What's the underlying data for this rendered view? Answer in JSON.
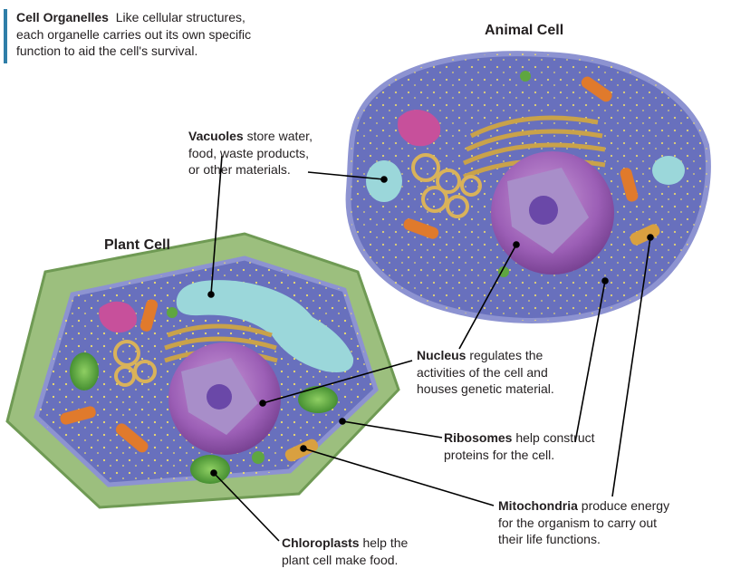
{
  "intro": {
    "heading": "Cell Organelles",
    "line1": "Like cellular structures,",
    "line2": "each organelle carries out its own specific",
    "line3": "function to aid the cell's survival."
  },
  "titles": {
    "animal": "Animal Cell",
    "plant": "Plant Cell"
  },
  "labels": {
    "vacuoles": {
      "term": "Vacuoles",
      "line1": "store water,",
      "line2": "food, waste products,",
      "line3": "or other materials."
    },
    "nucleus": {
      "term": "Nucleus",
      "line1": "regulates the",
      "line2": "activities of the cell and",
      "line3": "houses genetic material."
    },
    "ribosomes": {
      "term": "Ribosomes",
      "line1": "help construct",
      "line2": "proteins for the cell."
    },
    "mitochondria": {
      "term": "Mitochondria",
      "line1": "produce energy",
      "line2": "for the organism to carry out",
      "line3": "their life functions."
    },
    "chloroplasts": {
      "term": "Chloroplasts",
      "line1": "help the",
      "line2": "plant cell make food."
    }
  },
  "colors": {
    "accent_bar": "#2f7ea8",
    "cell_membrane": "#7f86c9",
    "cytoplasm": "#5f67b5",
    "cell_wall": "#9cbf7e",
    "nucleus": "#a064b8",
    "vacuole": "#9bd7da",
    "mitochondria": "#e07a2c",
    "chloroplast": "#5fa640",
    "golgi": "#c9a24a",
    "ribosome": "#f0dd6a",
    "leader_line": "#000000"
  }
}
